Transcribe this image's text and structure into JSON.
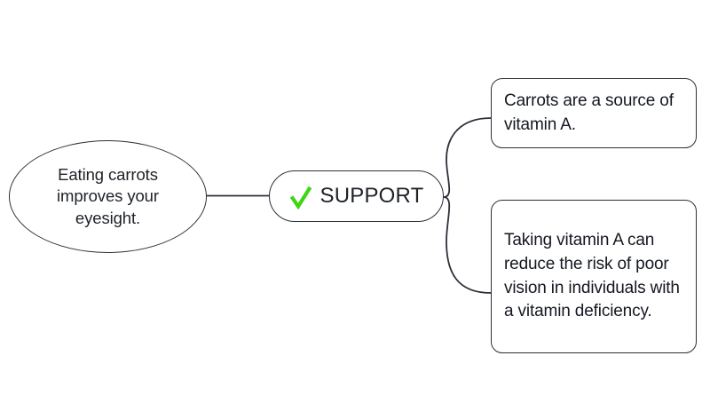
{
  "diagram": {
    "type": "argument-map",
    "background_color": "#ffffff",
    "stroke_color": "#2b3038",
    "text_color": "#1e2228",
    "accent_color": "#3dd613"
  },
  "claim": {
    "text": "Eating carrots improves your eyesight.",
    "shape": "ellipse"
  },
  "relation": {
    "label": "SUPPORT",
    "icon": "green-check-icon",
    "icon_color": "#3dd613",
    "shape": "rounded-pill"
  },
  "evidence": [
    {
      "id": "evidence-1",
      "text": "Carrots are a source of vitamin A.",
      "position": "top"
    },
    {
      "id": "evidence-2",
      "text": "Taking vitamin A can reduce the risk of poor vision in individuals with a vitamin deficiency.",
      "position": "bottom"
    }
  ],
  "connectors": [
    {
      "id": "claim-to-relation",
      "style": "straight"
    },
    {
      "id": "relation-to-evidence-1",
      "style": "curved"
    },
    {
      "id": "relation-to-evidence-2",
      "style": "curved"
    }
  ]
}
